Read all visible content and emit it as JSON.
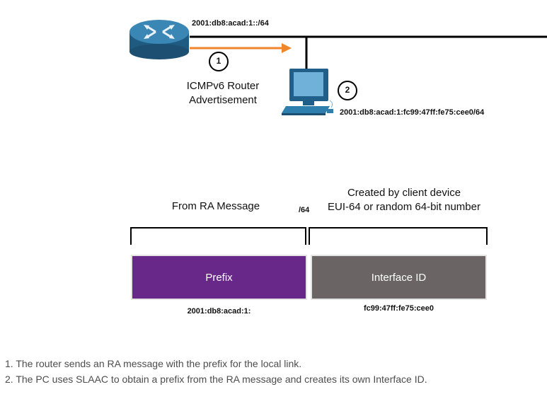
{
  "diagram": {
    "network_prefix": "2001:db8:acad:1::/64",
    "step_badges": [
      "1",
      "2"
    ],
    "ra_label_line1": "ICMPv6 Router",
    "ra_label_line2": "Advertisement",
    "pc_address": "2001:db8:acad:1:fc99:47ff:fe75:cee0/64",
    "from_ra_label": "From RA Message",
    "slash_label": "/64",
    "created_line1": "Created by client device",
    "created_line2": "EUI-64 or random 64-bit number",
    "prefix_box_label": "Prefix",
    "interface_box_label": "Interface ID",
    "prefix_value": "2001:db8:acad:1:",
    "interface_value": "fc99:47ff:fe75:cee0"
  },
  "notes": [
    "1. The router sends an RA message with the prefix for the local link.",
    "2. The PC uses SLAAC to obtain a prefix from the RA message and creates its own Interface ID."
  ],
  "colors": {
    "arrow": "#f0862a",
    "prefix_box": "#68288a",
    "interface_box": "#6a6464",
    "router": "#2a6e96",
    "pc": "#2f7fae"
  }
}
